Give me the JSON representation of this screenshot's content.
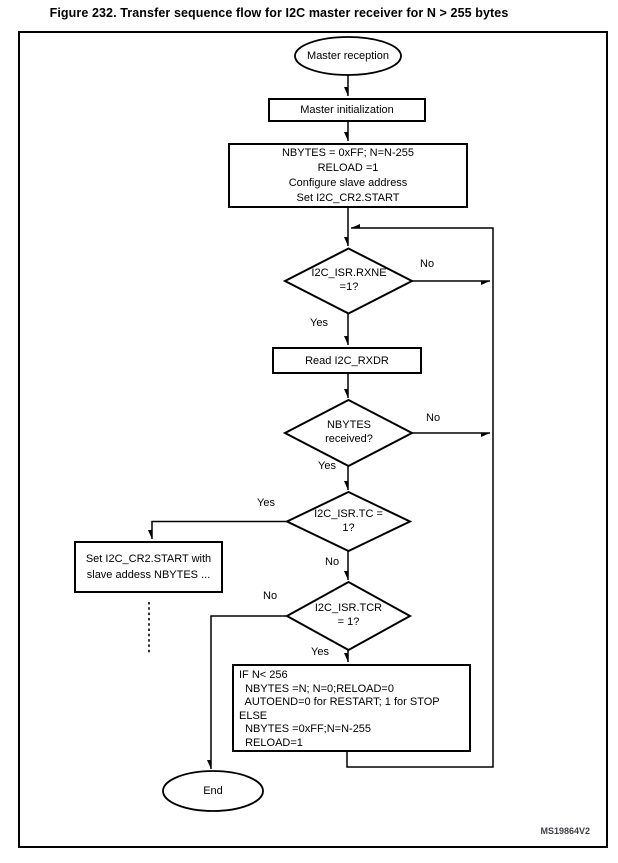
{
  "figure": {
    "title": "Figure 232. Transfer sequence flow for I2C master receiver for N > 255 bytes",
    "watermark": "MS19864V2"
  },
  "nodes": {
    "start": {
      "label": "Master reception"
    },
    "init": {
      "label": "Master initialization"
    },
    "config": {
      "lines": [
        "NBYTES = 0xFF; N=N-255",
        "RELOAD =1",
        "Configure slave address",
        "Set I2C_CR2.START"
      ]
    },
    "rxne": {
      "line1": "I2C_ISR.RXNE",
      "line2": "=1?"
    },
    "read": {
      "label": "Read I2C_RXDR"
    },
    "nbytes": {
      "line1": "NBYTES",
      "line2": "received?"
    },
    "tc": {
      "line1": "I2C_ISR.TC =",
      "line2": "1?"
    },
    "restart": {
      "line1": "Set I2C_CR2.START with",
      "line2": "slave addess NBYTES ..."
    },
    "tcr": {
      "line1": "I2C_ISR.TCR",
      "line2": "= 1?"
    },
    "reload": {
      "lines": [
        "IF N< 256",
        "  NBYTES =N; N=0;RELOAD=0",
        "  AUTOEND=0 for RESTART; 1 for STOP",
        "ELSE",
        "  NBYTES =0xFF;N=N-255",
        "  RELOAD=1"
      ]
    },
    "end": {
      "label": "End"
    }
  },
  "edge_labels": {
    "rxne_no": "No",
    "rxne_yes": "Yes",
    "nbytes_no": "No",
    "nbytes_yes": "Yes",
    "tc_yes": "Yes",
    "tc_no": "No",
    "tcr_no": "No",
    "tcr_yes": "Yes"
  },
  "colors": {
    "line": "#000000",
    "background": "#ffffff",
    "watermark_text": "#3f3f46"
  }
}
